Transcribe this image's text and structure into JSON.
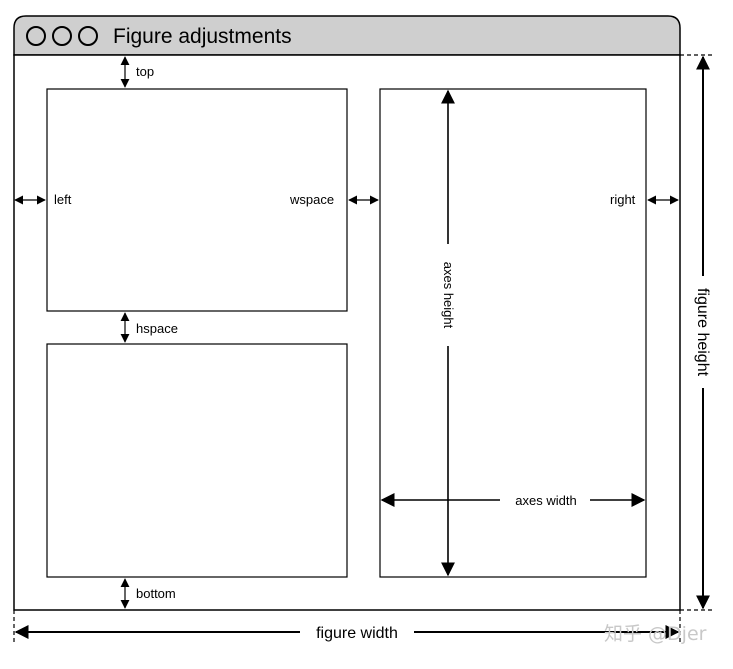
{
  "window": {
    "title": "Figure adjustments",
    "controls": [
      "window-button",
      "window-button",
      "window-button"
    ]
  },
  "labels": {
    "top": "top",
    "left": "left",
    "wspace": "wspace",
    "right": "right",
    "hspace": "hspace",
    "bottom": "bottom",
    "axes_height": "axes height",
    "axes_width": "axes width",
    "figure_height": "figure height",
    "figure_width": "figure width"
  },
  "watermark": "知乎 @Djer",
  "colors": {
    "titlebar": "#cfcfcf",
    "stroke": "#000000",
    "watermark": "#c8c8c8"
  }
}
